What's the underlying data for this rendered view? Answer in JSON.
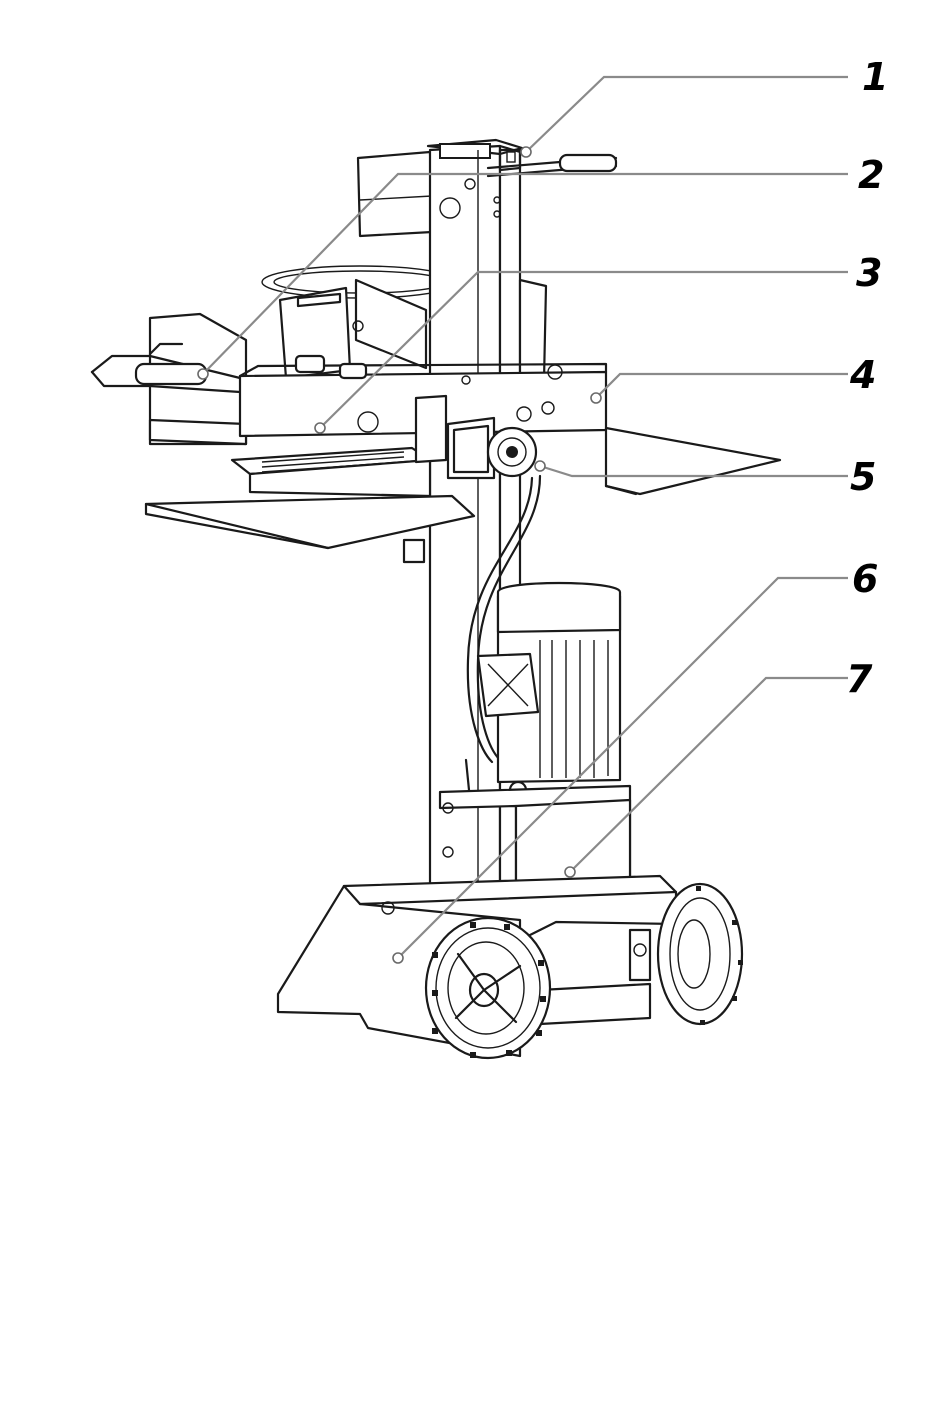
{
  "callouts": [
    {
      "id": 1,
      "label": "1"
    },
    {
      "id": 2,
      "label": "2"
    },
    {
      "id": 3,
      "label": "3"
    },
    {
      "id": 4,
      "label": "4"
    },
    {
      "id": 5,
      "label": "5"
    },
    {
      "id": 6,
      "label": "6"
    },
    {
      "id": 7,
      "label": "7"
    }
  ],
  "colors": {
    "line": "#1a1a1a",
    "leader": "#8a8a8a",
    "background": "#ffffff"
  }
}
